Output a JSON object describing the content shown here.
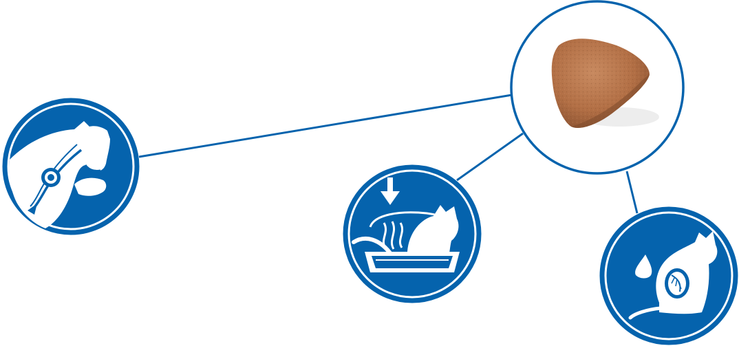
{
  "colors": {
    "primary": "#0563ad",
    "background": "#ffffff",
    "kibble_main": "#b26f45",
    "kibble_dark": "#7e4a2b",
    "kibble_light": "#c88a60"
  },
  "hub": {
    "icon": "kibble-icon"
  },
  "nodes": [
    {
      "key": "hairball",
      "icon": "cat-hairball-digestion-icon"
    },
    {
      "key": "litter",
      "icon": "cat-litter-box-odor-icon"
    },
    {
      "key": "urinary",
      "icon": "cat-kidney-urinary-icon"
    }
  ]
}
